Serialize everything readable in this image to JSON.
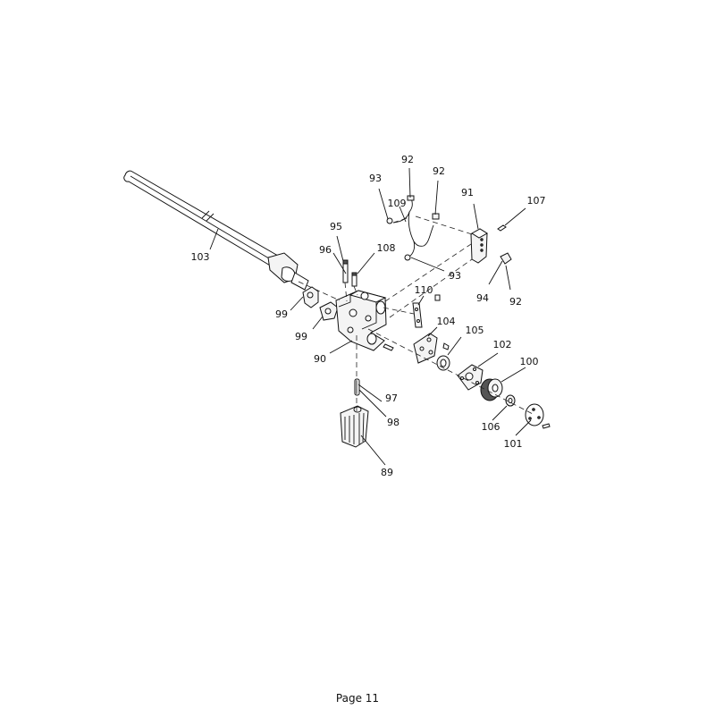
{
  "page": {
    "label": "Page 11"
  },
  "parts": [
    {
      "id": "p89",
      "label": "89"
    },
    {
      "id": "p90",
      "label": "90"
    },
    {
      "id": "p91",
      "label": "91"
    },
    {
      "id": "p92a",
      "label": "92"
    },
    {
      "id": "p92b",
      "label": "92"
    },
    {
      "id": "p92c",
      "label": "92"
    },
    {
      "id": "p93a",
      "label": "93"
    },
    {
      "id": "p93b",
      "label": "93"
    },
    {
      "id": "p94",
      "label": "94"
    },
    {
      "id": "p95",
      "label": "95"
    },
    {
      "id": "p96",
      "label": "96"
    },
    {
      "id": "p97",
      "label": "97"
    },
    {
      "id": "p98",
      "label": "98"
    },
    {
      "id": "p99a",
      "label": "99"
    },
    {
      "id": "p99b",
      "label": "99"
    },
    {
      "id": "p100",
      "label": "100"
    },
    {
      "id": "p101",
      "label": "101"
    },
    {
      "id": "p102",
      "label": "102"
    },
    {
      "id": "p103",
      "label": "103"
    },
    {
      "id": "p104",
      "label": "104"
    },
    {
      "id": "p105",
      "label": "105"
    },
    {
      "id": "p106",
      "label": "106"
    },
    {
      "id": "p107",
      "label": "107"
    },
    {
      "id": "p108",
      "label": "108"
    },
    {
      "id": "p109",
      "label": "109"
    },
    {
      "id": "p110",
      "label": "110"
    }
  ]
}
